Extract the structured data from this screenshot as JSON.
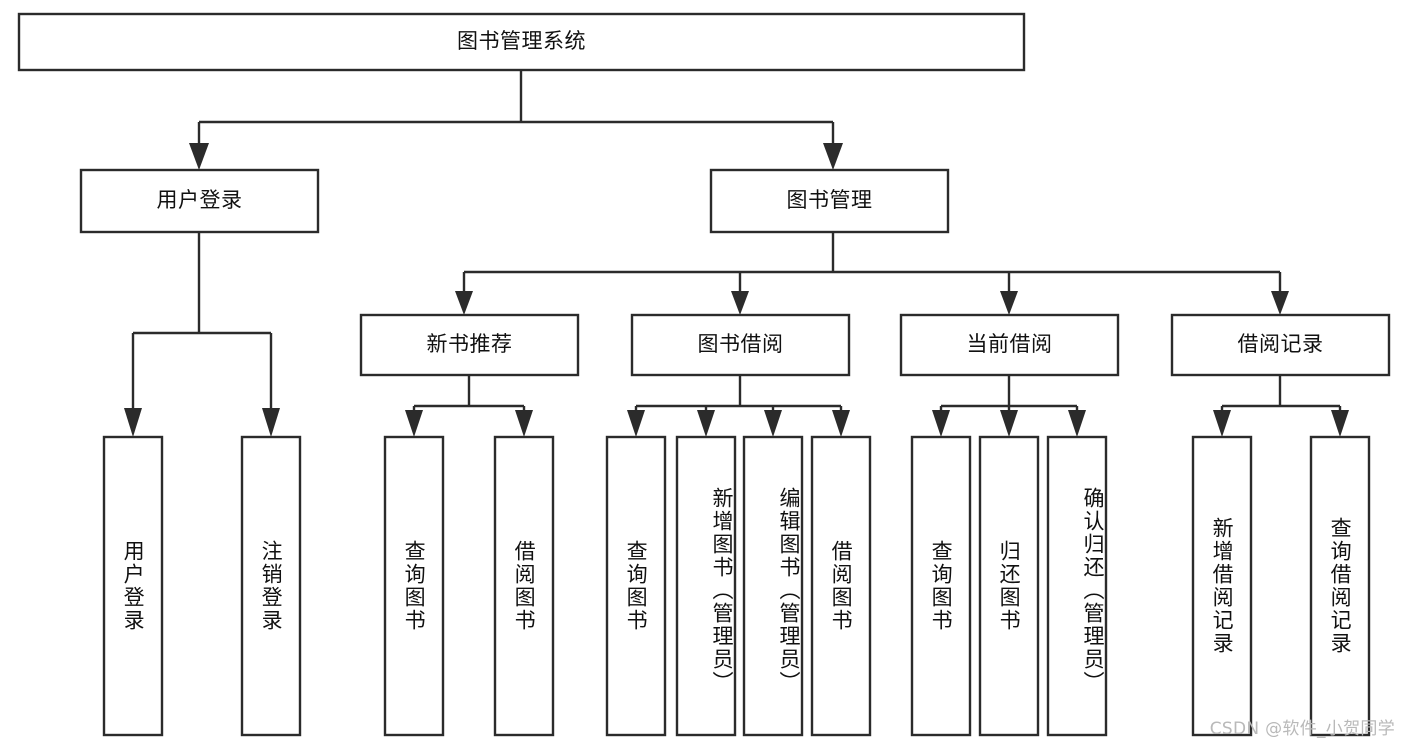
{
  "diagram": {
    "type": "tree-hierarchy",
    "title": "图书管理系统",
    "watermark": "CSDN @软件_小贺同学",
    "colors": {
      "stroke": "#2b2b2b",
      "fill": "#ffffff",
      "text": "#111111",
      "watermark": "#b9b9b9",
      "background": "#ffffff"
    },
    "levels": {
      "root": {
        "label": "图书管理系统"
      },
      "level2": [
        {
          "id": "user-login",
          "label": "用户登录"
        },
        {
          "id": "book-manage",
          "label": "图书管理"
        }
      ],
      "level3": [
        {
          "id": "new-book-recommend",
          "label": "新书推荐",
          "parent": "book-manage"
        },
        {
          "id": "book-borrow",
          "label": "图书借阅",
          "parent": "book-manage"
        },
        {
          "id": "current-borrow",
          "label": "当前借阅",
          "parent": "book-manage"
        },
        {
          "id": "borrow-record",
          "label": "借阅记录",
          "parent": "book-manage"
        }
      ],
      "leaves": [
        {
          "id": "leaf-user-login",
          "label": "用户登录",
          "parent": "user-login"
        },
        {
          "id": "leaf-user-logout",
          "label": "注销登录",
          "parent": "user-login"
        },
        {
          "id": "leaf-query-book-1",
          "label": "查询图书",
          "parent": "new-book-recommend"
        },
        {
          "id": "leaf-borrow-book-1",
          "label": "借阅图书",
          "parent": "new-book-recommend"
        },
        {
          "id": "leaf-query-book-2",
          "label": "查询图书",
          "parent": "book-borrow"
        },
        {
          "id": "leaf-add-book",
          "label": "新增图书（管理员）",
          "parent": "book-borrow"
        },
        {
          "id": "leaf-edit-book",
          "label": "编辑图书（管理员）",
          "parent": "book-borrow"
        },
        {
          "id": "leaf-borrow-book-2",
          "label": "借阅图书",
          "parent": "book-borrow"
        },
        {
          "id": "leaf-query-book-3",
          "label": "查询图书",
          "parent": "current-borrow"
        },
        {
          "id": "leaf-return-book",
          "label": "归还图书",
          "parent": "current-borrow"
        },
        {
          "id": "leaf-confirm-return",
          "label": "确认归还（管理员）",
          "parent": "current-borrow"
        },
        {
          "id": "leaf-add-record",
          "label": "新增借阅记录",
          "parent": "borrow-record"
        },
        {
          "id": "leaf-query-record",
          "label": "查询借阅记录",
          "parent": "borrow-record"
        }
      ]
    }
  }
}
